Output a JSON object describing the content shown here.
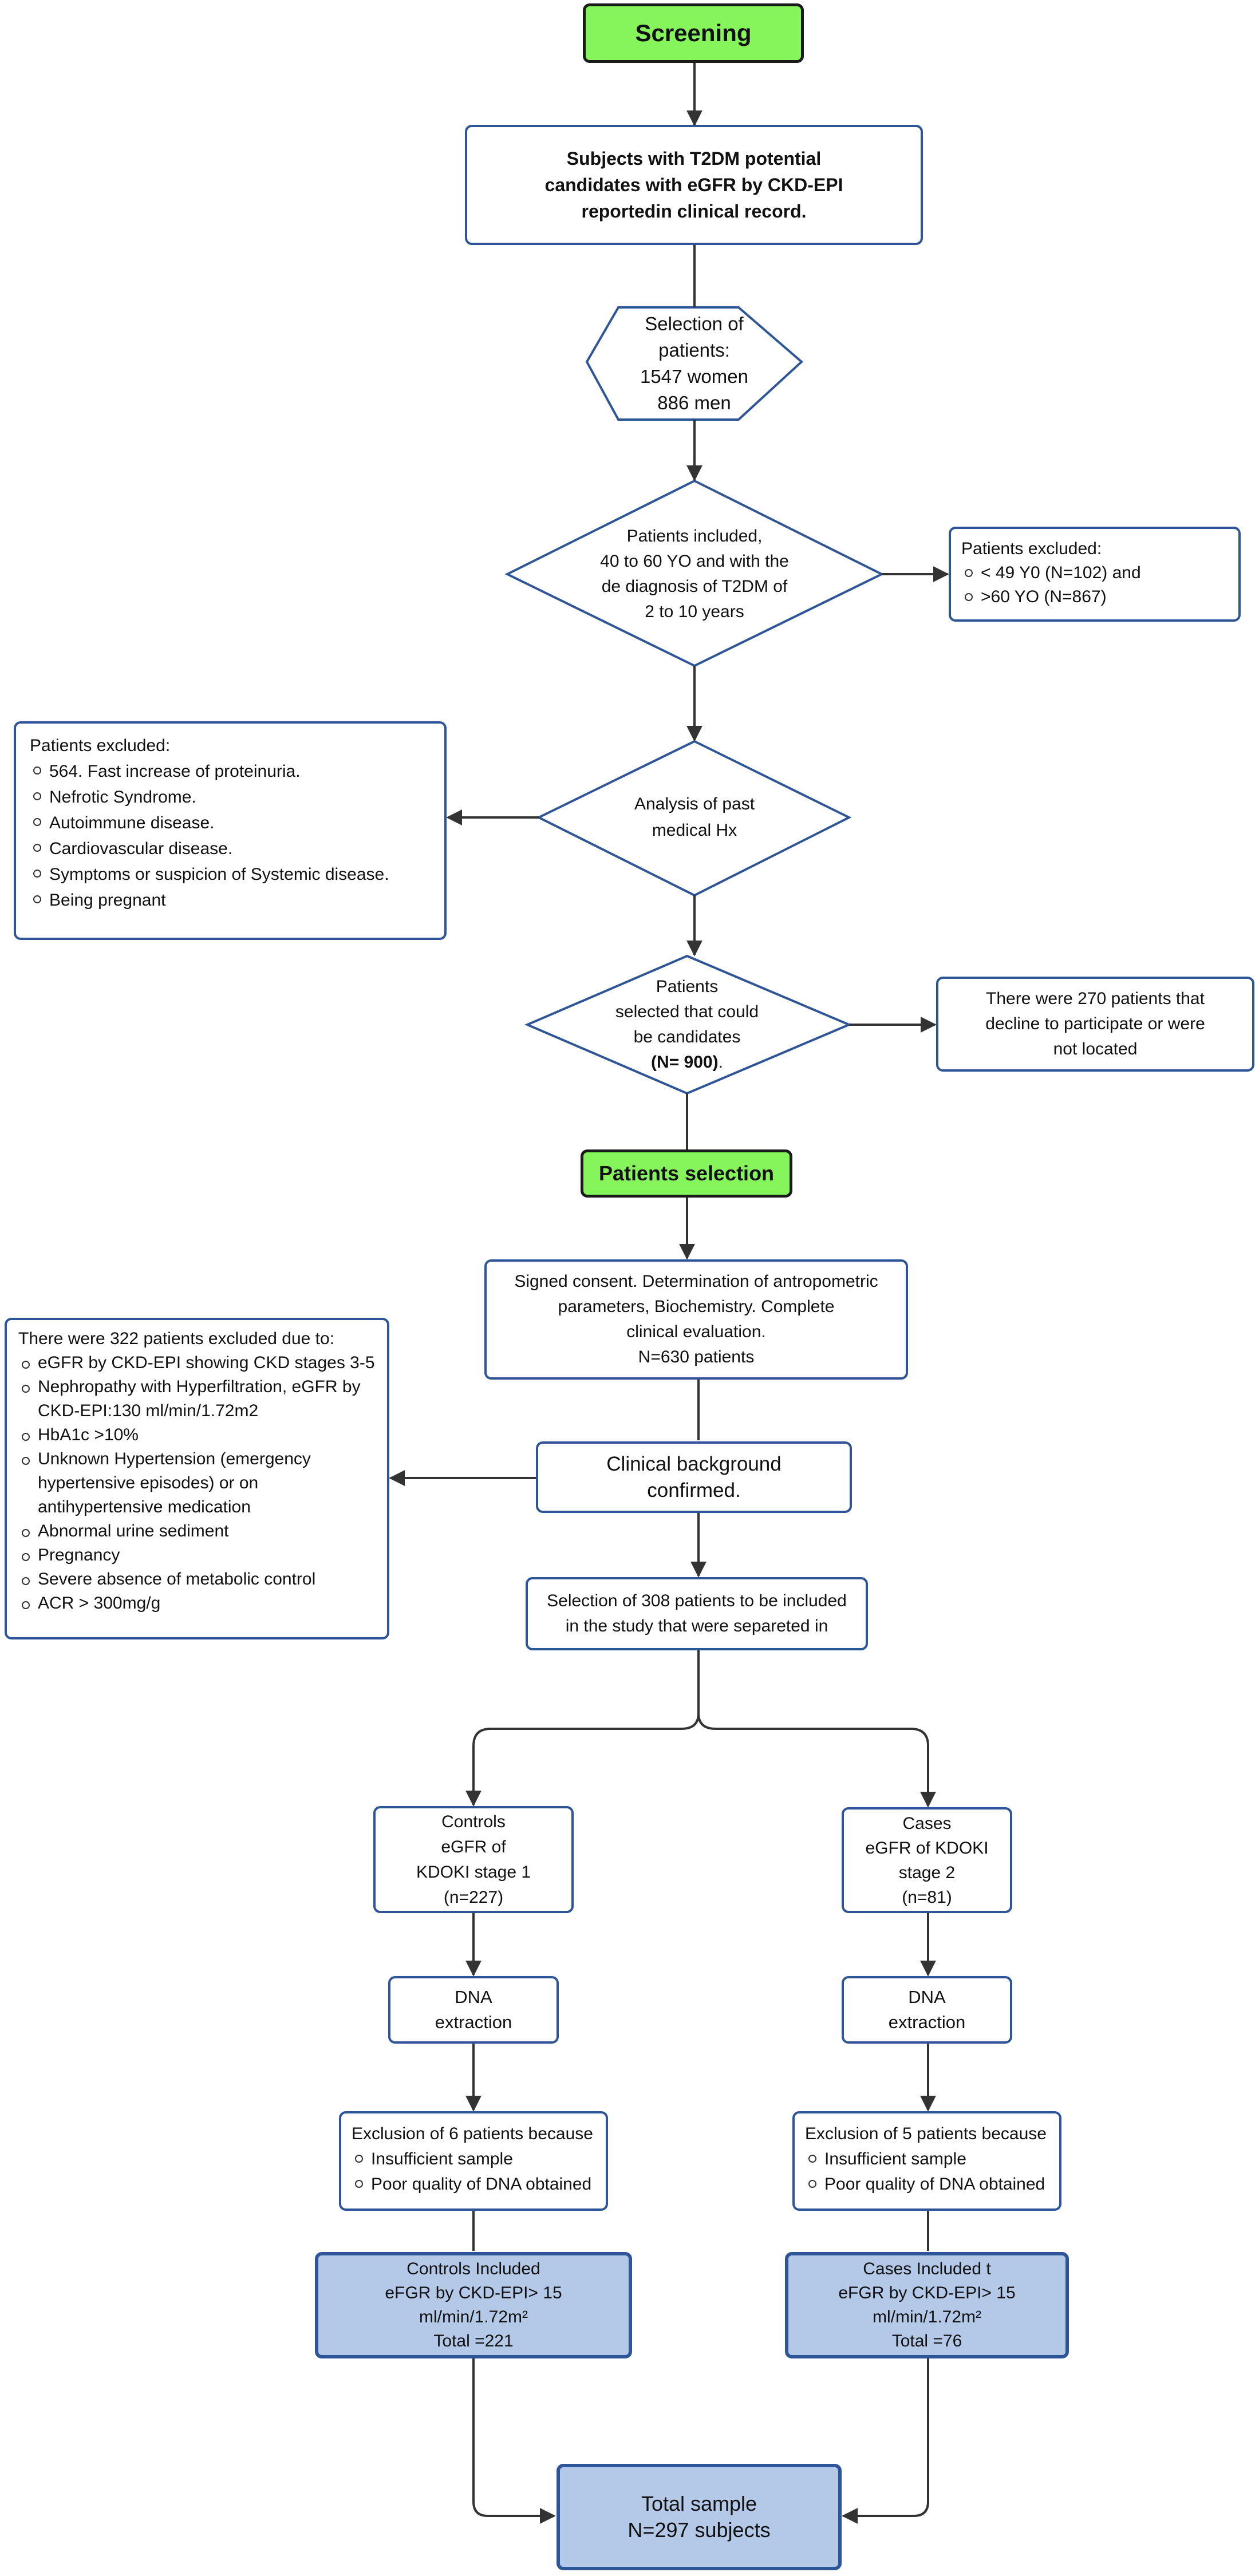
{
  "screening": {
    "label": "Screening"
  },
  "subjects": {
    "lines": [
      "Subjects with T2DM potential",
      "candidates with eGFR by CKD-EPI",
      "reportedin clinical record."
    ]
  },
  "selection": {
    "lines": [
      "Selection of",
      "patients:",
      "1547 women",
      "886 men"
    ]
  },
  "inclusion": {
    "lines": [
      "Patients included,",
      "40 to 60 YO and with the",
      "de diagnosis of T2DM of",
      "2 to 10 years"
    ]
  },
  "excluded_age": {
    "title": "Patients excluded:",
    "items": [
      "< 49 Y0  (N=102) and",
      ">60 YO (N=867)"
    ]
  },
  "past_hx": {
    "lines": [
      "Analysis of past",
      "medical Hx"
    ]
  },
  "excluded_hx": {
    "title": "Patients excluded:",
    "items": [
      "564. Fast increase of proteinuria.",
      "Nefrotic Syndrome.",
      "Autoimmune disease.",
      "Cardiovascular disease.",
      "Symptoms or suspicion of Systemic disease.",
      "Being pregnant"
    ]
  },
  "candidates": {
    "lines": [
      "Patients",
      "selected that could",
      "be candidates"
    ],
    "n": "(N= 900)",
    "suffix": "."
  },
  "declined": {
    "lines": [
      "There were 270 patients that",
      "decline to participate or were",
      "not located"
    ]
  },
  "patients_selection": {
    "label": "Patients selection"
  },
  "consent": {
    "lines": [
      "Signed consent. Determination of antropometric",
      "parameters, Biochemistry. Complete",
      "clinical evaluation.",
      "N=630 patients"
    ]
  },
  "excluded_322": {
    "title": "There were 322 patients excluded due to:",
    "items": [
      "eGFR by CKD-EPI showing CKD stages 3-5",
      "Nephropathy with Hyperfiltration, eGFR by CKD-EPI:130 ml/min/1.72m2",
      "HbA1c >10%",
      "Unknown Hypertension (emergency hypertensive episodes) or on antihypertensive medication",
      "Abnormal urine sediment",
      "Pregnancy",
      "Severe absence of metabolic control",
      "ACR > 300mg/g"
    ]
  },
  "clinical_bg": {
    "lines": [
      "Clinical background",
      "confirmed."
    ]
  },
  "selection_308": {
    "lines": [
      "Selection of 308 patients to be included",
      "in the study that were  separeted in"
    ]
  },
  "controls": {
    "lines": [
      "Controls",
      "eGFR of",
      "KDOKI stage 1",
      "(n=227)"
    ]
  },
  "cases": {
    "lines": [
      "Cases",
      "eGFR of KDOKI",
      "stage 2",
      "(n=81)"
    ]
  },
  "dna_left": {
    "lines": [
      "DNA",
      "extraction"
    ]
  },
  "dna_right": {
    "lines": [
      "DNA",
      "extraction"
    ]
  },
  "excl_6": {
    "title": "Exclusion of 6 patients because",
    "items": [
      "Insufficient sample",
      "Poor quality of DNA obtained"
    ]
  },
  "excl_5": {
    "title": "Exclusion of 5 patients because",
    "items": [
      "Insufficient sample",
      "Poor quality of DNA obtained"
    ]
  },
  "controls_included": {
    "lines": [
      "Controls Included",
      "eFGR by CKD-EPI> 15",
      "ml/min/1.72m²",
      "Total =221"
    ]
  },
  "cases_included": {
    "lines": [
      "Cases Included t",
      "eFGR by CKD-EPI> 15",
      "ml/min/1.72m²",
      "Total =76"
    ]
  },
  "total": {
    "lines": [
      "Total sample",
      "N=297 subjects"
    ]
  },
  "colors": {
    "border": "#2e5597",
    "green": "#86f55c",
    "blue_fill": "#b4c8e8",
    "arrow": "#333333"
  }
}
